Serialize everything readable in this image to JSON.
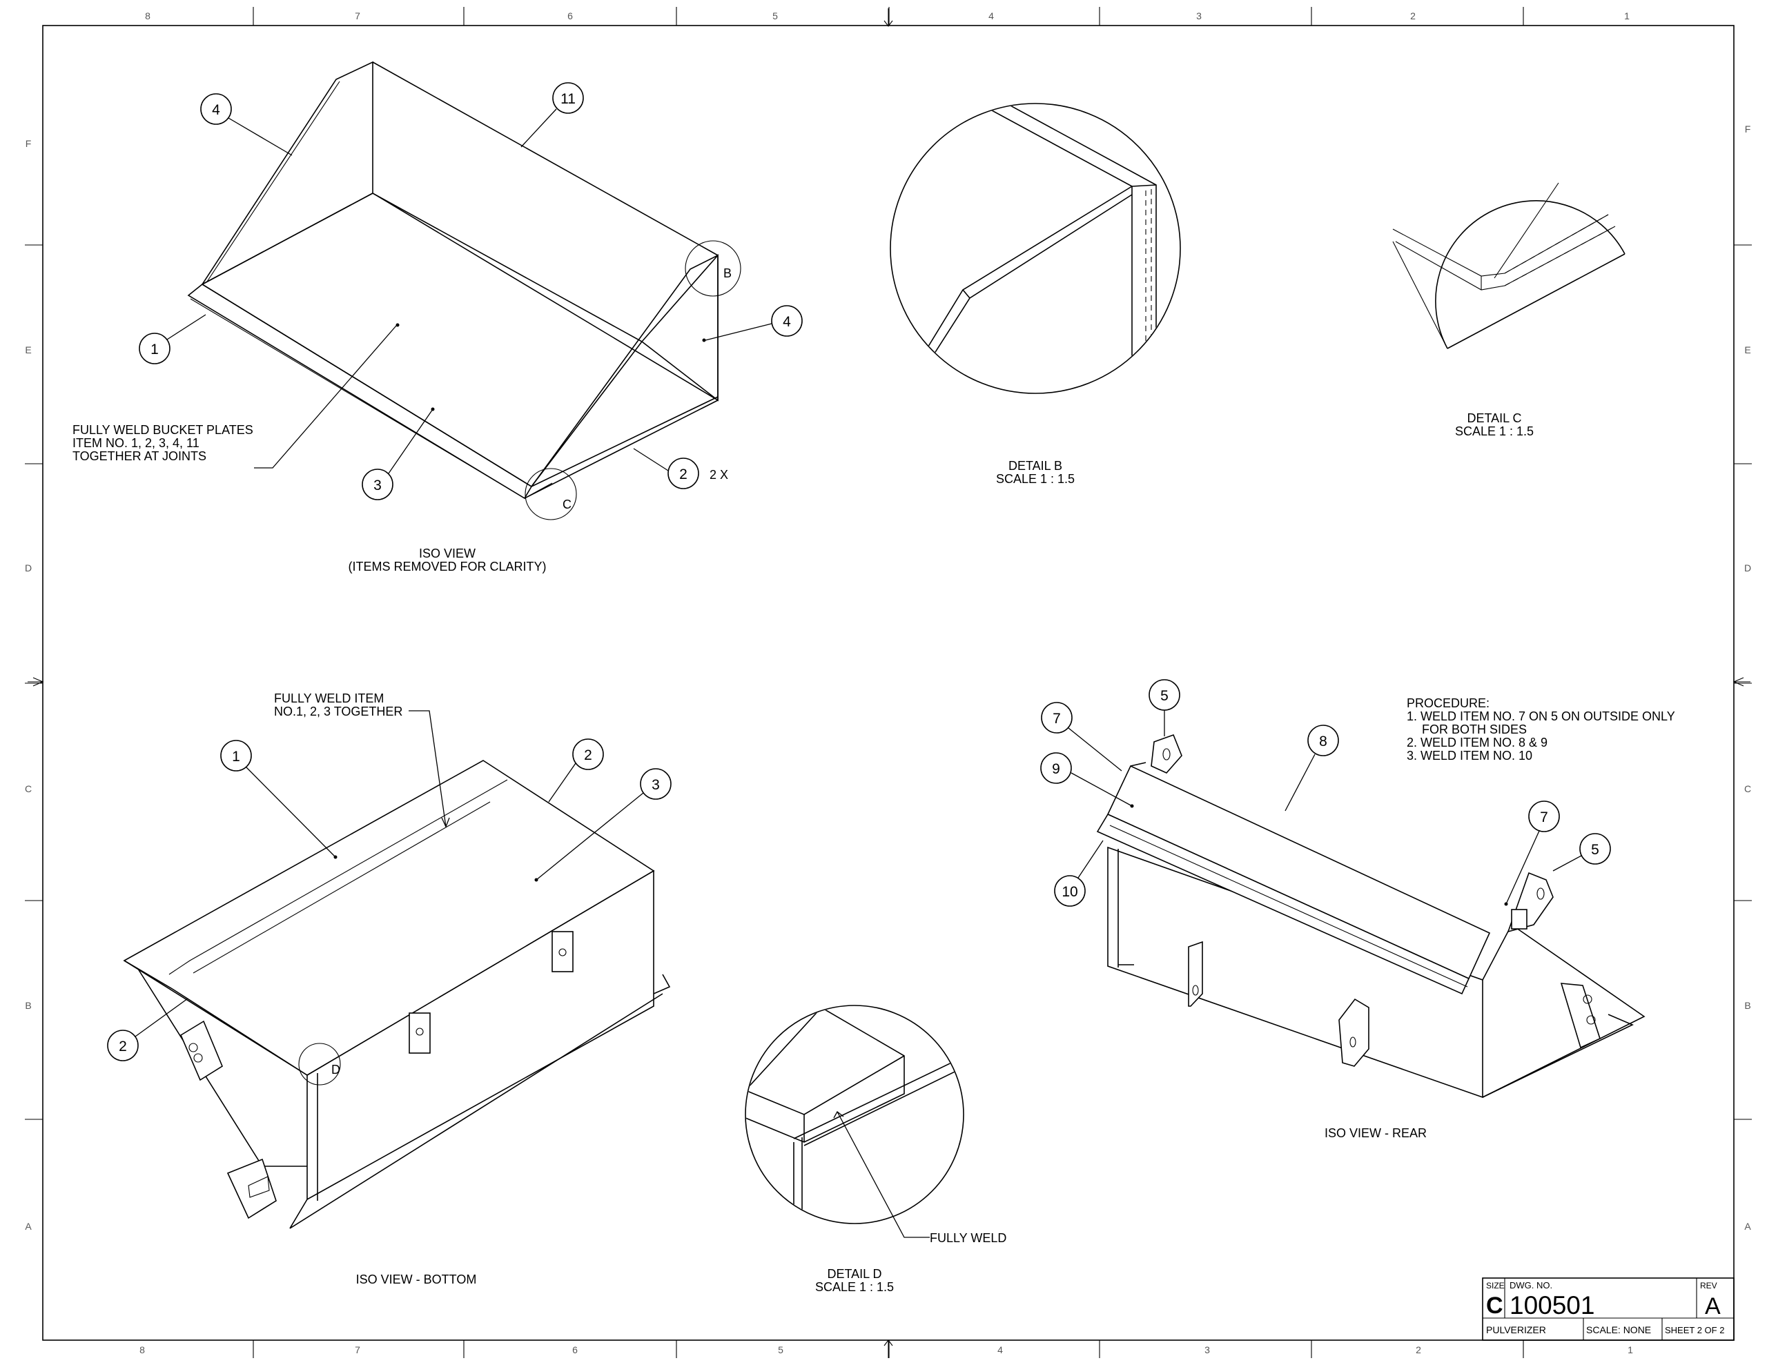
{
  "zones": {
    "columns_top": [
      "8",
      "7",
      "6",
      "5",
      "4",
      "3",
      "2",
      "1"
    ],
    "columns_bottom": [
      "8",
      "7",
      "6",
      "5",
      "4",
      "3",
      "2",
      "1"
    ],
    "rows_left": [
      "F",
      "E",
      "D",
      "C",
      "B",
      "A"
    ],
    "rows_right": [
      "F",
      "E",
      "D",
      "C",
      "B",
      "A"
    ]
  },
  "views": {
    "iso_top": {
      "caption_line1": "ISO VIEW",
      "caption_line2": "(ITEMS REMOVED FOR CLARITY)",
      "note_line1": "FULLY WELD BUCKET PLATES",
      "note_line2": "ITEM NO. 1, 2, 3, 4, 11",
      "note_line3": "TOGETHER AT JOINTS",
      "balloons": [
        "4",
        "11",
        "4",
        "1",
        "3",
        "2"
      ],
      "qty_note": "2 X",
      "detail_marks": [
        "B",
        "C"
      ]
    },
    "detail_b": {
      "caption_line1": "DETAIL B",
      "caption_line2": "SCALE 1 : 1.5"
    },
    "detail_c": {
      "caption_line1": "DETAIL C",
      "caption_line2": "SCALE 1 : 1.5"
    },
    "iso_bottom": {
      "caption": "ISO VIEW - BOTTOM",
      "note_line1": "FULLY WELD ITEM",
      "note_line2": "NO.1, 2, 3 TOGETHER",
      "balloons": [
        "1",
        "2",
        "3",
        "2"
      ],
      "detail_mark": "D"
    },
    "detail_d": {
      "caption_line1": "DETAIL D",
      "caption_line2": "SCALE 1 : 1.5",
      "weld_note": "FULLY WELD"
    },
    "iso_rear": {
      "caption": "ISO VIEW - REAR",
      "balloons": [
        "5",
        "7",
        "9",
        "8",
        "10",
        "7",
        "5"
      ],
      "procedure_title": "PROCEDURE:",
      "procedure_line1": "1. WELD ITEM NO. 7 ON 5 ON OUTSIDE ONLY",
      "procedure_line2": "FOR BOTH SIDES",
      "procedure_line3": "2. WELD ITEM NO. 8 & 9",
      "procedure_line4": "3. WELD ITEM NO. 10"
    }
  },
  "title_block": {
    "size_label": "SIZE",
    "size_value": "C",
    "dwg_no_label": "DWG.  NO.",
    "dwg_no_value": "100501",
    "rev_label": "REV",
    "rev_value": "A",
    "title": "PULVERIZER",
    "scale": "SCALE: NONE",
    "sheet": "SHEET 2 OF 2"
  }
}
